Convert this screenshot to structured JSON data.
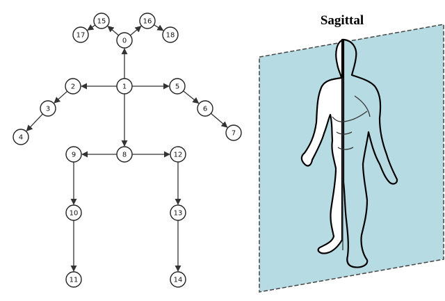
{
  "skeleton": {
    "nodes": [
      {
        "id": "0",
        "label": "0"
      },
      {
        "id": "1",
        "label": "1"
      },
      {
        "id": "2",
        "label": "2"
      },
      {
        "id": "3",
        "label": "3"
      },
      {
        "id": "4",
        "label": "4"
      },
      {
        "id": "5",
        "label": "5"
      },
      {
        "id": "6",
        "label": "6"
      },
      {
        "id": "7",
        "label": "7"
      },
      {
        "id": "8",
        "label": "8"
      },
      {
        "id": "9",
        "label": "9"
      },
      {
        "id": "10",
        "label": "10"
      },
      {
        "id": "11",
        "label": "11"
      },
      {
        "id": "12",
        "label": "12"
      },
      {
        "id": "13",
        "label": "13"
      },
      {
        "id": "14",
        "label": "14"
      },
      {
        "id": "15",
        "label": "15"
      },
      {
        "id": "16",
        "label": "16"
      },
      {
        "id": "17",
        "label": "17"
      },
      {
        "id": "18",
        "label": "18"
      }
    ],
    "edges": [
      [
        "1",
        "0"
      ],
      [
        "0",
        "15"
      ],
      [
        "0",
        "16"
      ],
      [
        "15",
        "17"
      ],
      [
        "16",
        "18"
      ],
      [
        "1",
        "2"
      ],
      [
        "2",
        "3"
      ],
      [
        "3",
        "4"
      ],
      [
        "1",
        "5"
      ],
      [
        "5",
        "6"
      ],
      [
        "6",
        "7"
      ],
      [
        "1",
        "8"
      ],
      [
        "8",
        "9"
      ],
      [
        "8",
        "12"
      ],
      [
        "9",
        "10"
      ],
      [
        "10",
        "11"
      ],
      [
        "12",
        "13"
      ],
      [
        "13",
        "14"
      ]
    ]
  },
  "plane": {
    "title": "Sagittal",
    "fill_color": "#b7dbe3",
    "border_color": "#444444"
  }
}
